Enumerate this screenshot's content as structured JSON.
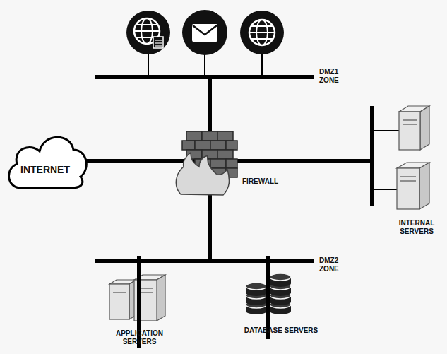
{
  "diagram": {
    "nodes": [
      {
        "text": [
          "INTERNET"
        ]
      },
      {
        "text": [
          "FIREWALL"
        ]
      },
      {
        "text": [
          "DMZ1 ZONE"
        ]
      },
      {
        "text": [
          "INTERNAL SERVERS"
        ]
      },
      {
        "text": [
          "DMZ2 ZONE"
        ]
      },
      {
        "text": [
          "APPLICATION SERVERS"
        ]
      },
      {
        "text": [
          "DATABASE SERVERS"
        ]
      }
    ],
    "edges": [
      {
        "from": 0,
        "to": 1,
        "arrow": "none"
      },
      {
        "from": 1,
        "to": 2,
        "arrow": "none"
      },
      {
        "from": 1,
        "to": 3,
        "arrow": "none"
      },
      {
        "from": 1,
        "to": 4,
        "arrow": "none"
      },
      {
        "from": 4,
        "to": 5,
        "arrow": "none"
      },
      {
        "from": 4,
        "to": 6,
        "arrow": "none"
      }
    ]
  }
}
